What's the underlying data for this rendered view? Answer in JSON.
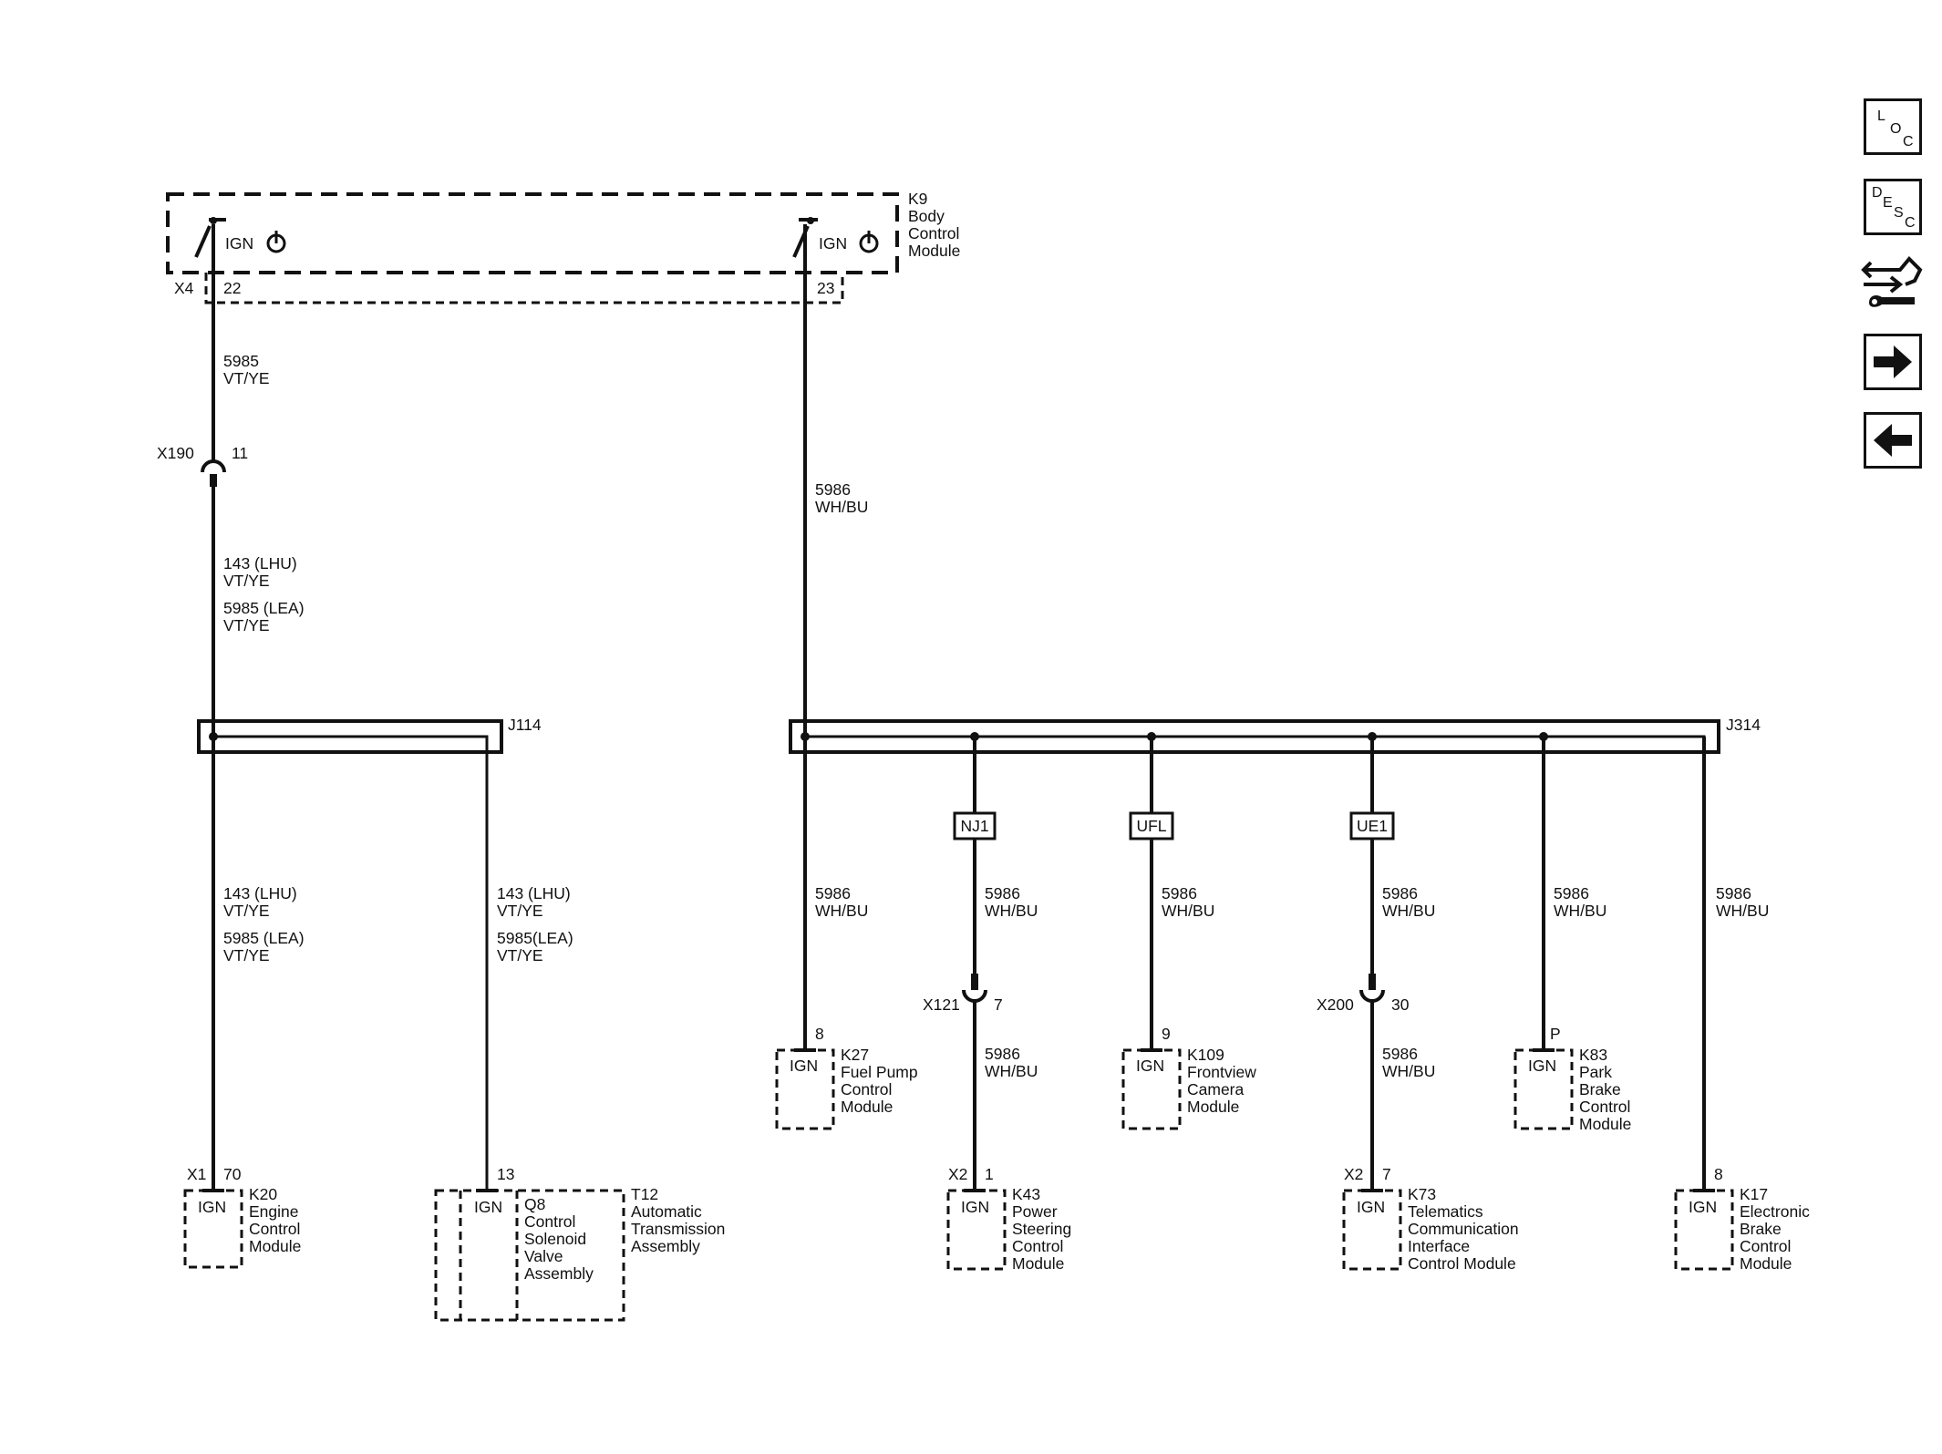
{
  "toolbar": {
    "loc": [
      "L",
      "O",
      "C"
    ],
    "desc": [
      "D",
      "E",
      "S",
      "C"
    ],
    "icons": [
      "connector-tool-icon",
      "arrow-right-icon",
      "arrow-left-icon"
    ]
  },
  "bcm": {
    "name": [
      "K9",
      "Body",
      "Control",
      "Module"
    ],
    "ign1": "IGN",
    "ign2": "IGN",
    "connector": "X4",
    "pin1": "22",
    "pin2": "23"
  },
  "left_wire": {
    "upper": [
      "5985",
      "VT/YE"
    ],
    "inline_connector": "X190",
    "inline_pin": "11",
    "mid_line1": [
      "143 (LHU)",
      "VT/YE"
    ],
    "mid_line2": [
      "5985 (LEA)",
      "VT/YE"
    ]
  },
  "j114": {
    "label": "J114",
    "branch_a": [
      "143 (LHU)",
      "VT/YE",
      "5985 (LEA)",
      "VT/YE"
    ],
    "branch_b": [
      "143 (LHU)",
      "VT/YE",
      "5985(LEA)",
      "VT/YE"
    ]
  },
  "right_wire": {
    "upper": [
      "5986",
      "WH/BU"
    ]
  },
  "j314": {
    "label": "J314",
    "options": [
      "NJ1",
      "UFL",
      "UE1"
    ],
    "wire": [
      "5986",
      "WH/BU"
    ]
  },
  "modules": {
    "k20": {
      "connector": "X1",
      "pin": "70",
      "ign": "IGN",
      "name": [
        "K20",
        "Engine",
        "Control",
        "Module"
      ]
    },
    "q8": {
      "pin": "13",
      "ign": "IGN",
      "name": [
        "Q8",
        "Control",
        "Solenoid",
        "Valve",
        "Assembly"
      ],
      "outer": [
        "T12",
        "Automatic",
        "Transmission",
        "Assembly"
      ]
    },
    "k27": {
      "pin": "8",
      "ign": "IGN",
      "name": [
        "K27",
        "Fuel Pump",
        "Control",
        "Module"
      ]
    },
    "k43": {
      "inline_connector": "X121",
      "inline_pin": "7",
      "connector": "X2",
      "pin": "1",
      "ign": "IGN",
      "name": [
        "K43",
        "Power",
        "Steering",
        "Control",
        "Module"
      ]
    },
    "k109": {
      "pin": "9",
      "ign": "IGN",
      "name": [
        "K109",
        "Frontview",
        "Camera",
        "Module"
      ]
    },
    "k73": {
      "inline_connector": "X200",
      "inline_pin": "30",
      "connector": "X2",
      "pin": "7",
      "ign": "IGN",
      "name": [
        "K73",
        "Telematics",
        "Communication",
        "Interface",
        "Control Module"
      ]
    },
    "k83": {
      "pin": "P",
      "ign": "IGN",
      "name": [
        "K83",
        "Park",
        "Brake",
        "Control",
        "Module"
      ]
    },
    "k17": {
      "pin": "8",
      "ign": "IGN",
      "name": [
        "K17",
        "Electronic",
        "Brake",
        "Control",
        "Module"
      ]
    }
  }
}
